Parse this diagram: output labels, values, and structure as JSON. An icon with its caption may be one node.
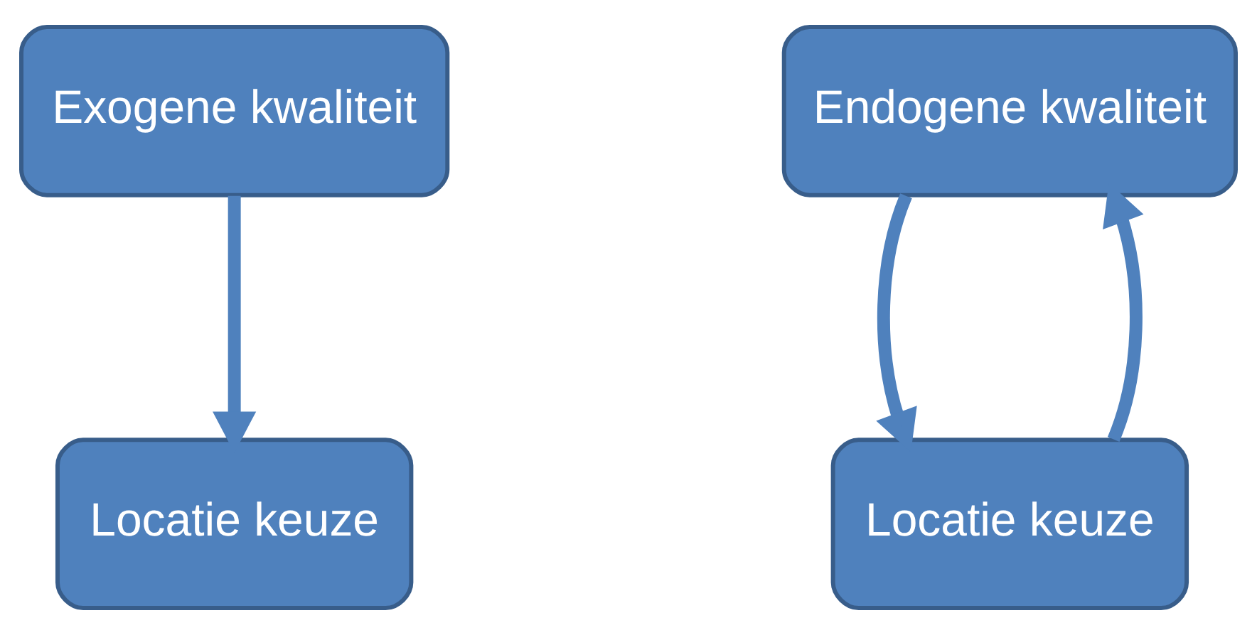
{
  "diagram": {
    "nodes": [
      {
        "text": [
          "Exogene kwaliteit"
        ]
      },
      {
        "text": [
          "Locatie keuze"
        ]
      },
      {
        "text": [
          "Endogene kwaliteit"
        ]
      },
      {
        "text": [
          "Locatie keuze"
        ]
      }
    ],
    "edges": [
      {
        "from": 0,
        "to": 1,
        "arrow": "to"
      },
      {
        "from": 2,
        "to": 3,
        "arrow": "to"
      },
      {
        "from": 3,
        "to": 2,
        "arrow": "to"
      }
    ]
  }
}
